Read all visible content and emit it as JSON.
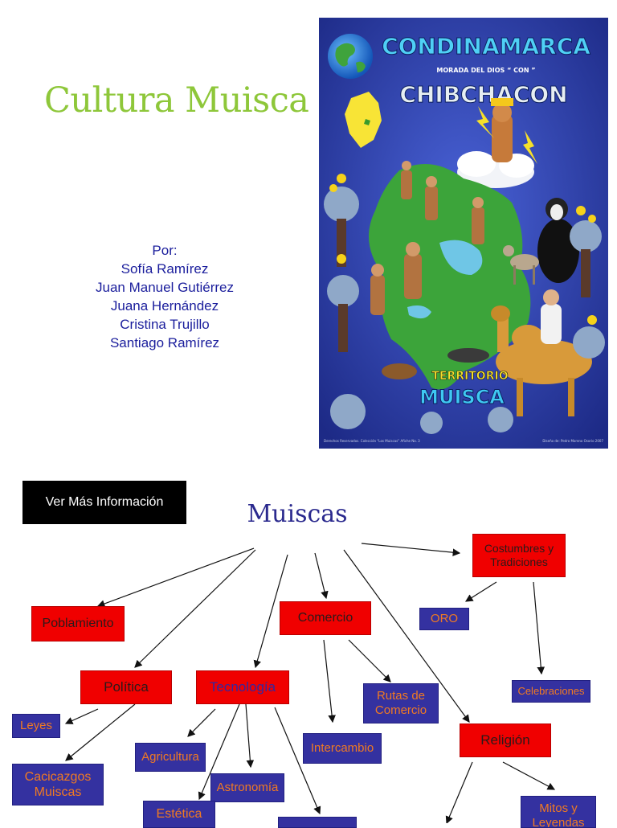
{
  "slide1": {
    "title": "Cultura Muisca",
    "authors_label": "Por:",
    "authors": [
      "Sofía Ramírez",
      "Juan Manuel Gutiérrez",
      "Juana Hernández",
      "Cristina Trujillo",
      "Santiago Ramírez"
    ],
    "poster": {
      "heading": "CONDINAMARCA",
      "subheading": "MORADA DEL DIOS “ CON ”",
      "deity": "CHIBCHACON",
      "territory": "TERRITORIO",
      "territory_name": "MUISCA",
      "credit_left": "Derechos Reservados. Colección “Los Muiscas” Afiche No. 3",
      "credit_right": "Diseño de: Pedro Moreno Osorio 2007"
    }
  },
  "slide2": {
    "button_label": "Ver Más Información",
    "map_title": "Muiscas",
    "nodes": {
      "costumbres": "Costumbres y Tradiciones",
      "oro": "ORO",
      "celebraciones": "Celebraciones",
      "poblamiento": "Poblamiento",
      "comercio": "Comercio",
      "rutas": "Rutas de Comercio",
      "intercambio": "Intercambio",
      "politica": "Política",
      "leyes": "Leyes",
      "cacicazgos": "Cacicazgos Muiscas",
      "tecnologia": "Tecnología",
      "agricultura": "Agricultura",
      "astronomia": "Astronomía",
      "estetica": "Estética",
      "religion": "Religión",
      "mitos": "Mitos y Leyendas"
    }
  },
  "colors": {
    "title_green": "#8ec73a",
    "author_blue": "#1a1d9c",
    "node_red": "#f00000",
    "node_blue": "#3431a0",
    "node_blue_text": "#f07a22"
  }
}
